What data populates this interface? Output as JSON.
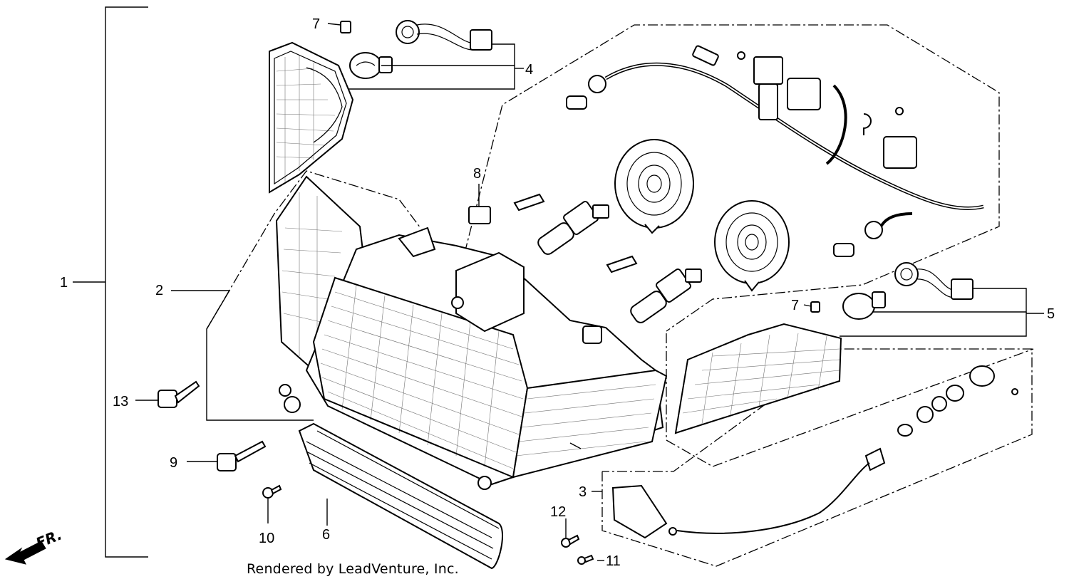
{
  "callouts": {
    "c1": "1",
    "c2": "2",
    "c3": "3",
    "c4": "4",
    "c5": "5",
    "c6": "6",
    "c7a": "7",
    "c7b": "7",
    "c8": "8",
    "c9": "9",
    "c10": "10",
    "c11": "11",
    "c12": "12",
    "c13": "13"
  },
  "direction_label": "FR.",
  "credit": "Rendered by LeadVenture, Inc."
}
